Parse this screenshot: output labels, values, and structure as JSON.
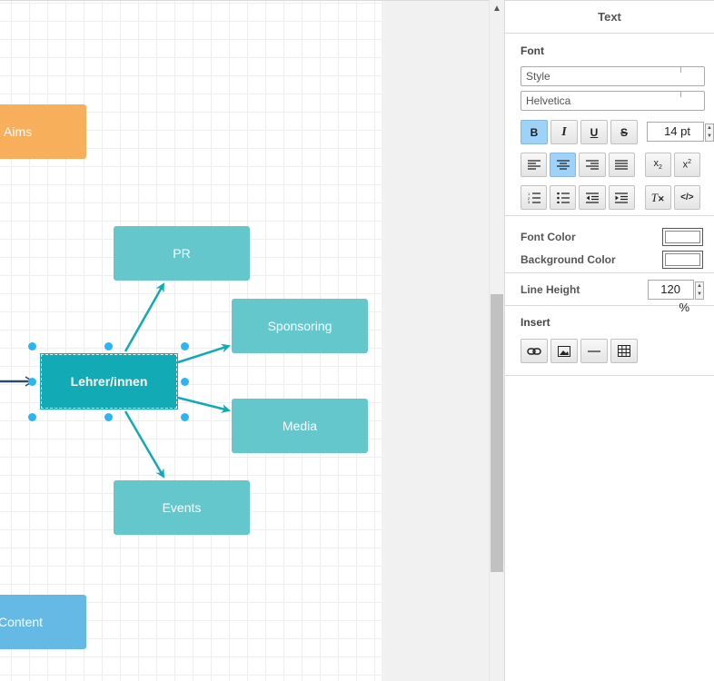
{
  "canvas": {
    "nodes": {
      "aims": "Aims",
      "content": "Content",
      "pr": "PR",
      "sponsoring": "Sponsoring",
      "media": "Media",
      "events": "Events",
      "main": "Lehrer/innen"
    }
  },
  "panel": {
    "title": "Text",
    "font": {
      "section_title": "Font",
      "style_placeholder": "Style",
      "family": "Helvetica",
      "size": "14 pt",
      "bold_label": "B",
      "italic_label": "I",
      "underline_label": "U",
      "strike_label": "S",
      "code_label": "</>"
    },
    "colors": {
      "font_color_label": "Font Color",
      "background_color_label": "Background Color",
      "font_color_value": "#ffffff",
      "background_color_value": "#ffffff"
    },
    "line_height": {
      "label": "Line Height",
      "value": "120 %"
    },
    "insert": {
      "section_title": "Insert"
    }
  },
  "colors": {
    "accent_selected": "#12aab5",
    "node_teal": "#64c7cc",
    "node_orange": "#f8af5b",
    "node_blue": "#64bae5",
    "handle_blue": "#29b6f2",
    "button_active": "#9fd2f8"
  },
  "icons": [
    "chevron-up-icon",
    "align-left-icon",
    "align-center-icon",
    "align-right-icon",
    "align-justify-icon",
    "subscript-icon",
    "superscript-icon",
    "numbered-list-icon",
    "bullet-list-icon",
    "outdent-icon",
    "indent-icon",
    "clear-formatting-icon",
    "link-icon",
    "image-icon",
    "horizontal-rule-icon",
    "table-icon"
  ]
}
